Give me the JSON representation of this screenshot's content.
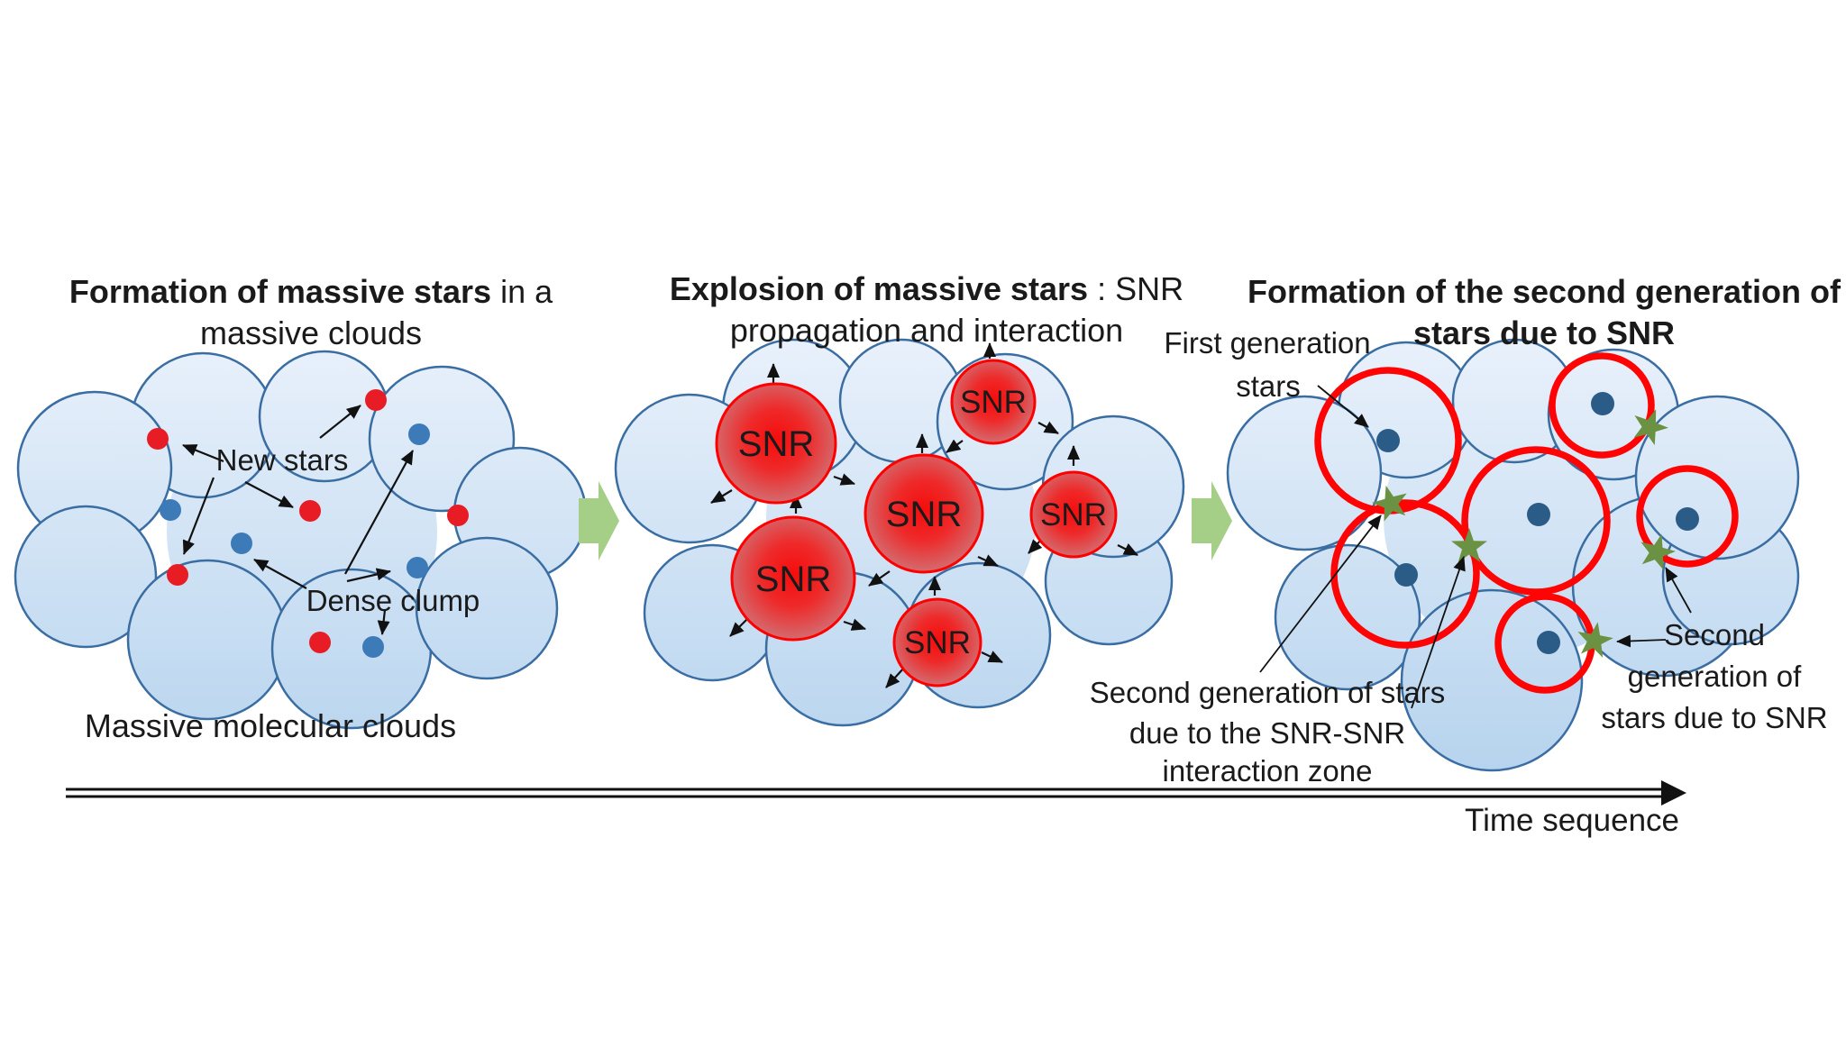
{
  "stage1": {
    "title_bold": "Formation of massive stars",
    "title_regular": " in a",
    "title_line2": "massive clouds",
    "label_new_stars": "New stars",
    "label_dense_clump": "Dense clump",
    "caption": "Massive molecular clouds"
  },
  "stage2": {
    "title_bold": "Explosion of massive stars",
    "title_regular": " : SNR",
    "title_line2": "propagation and interaction",
    "snr_label": "SNR"
  },
  "stage3": {
    "title_line1": "Formation of the second generation of",
    "title_line2": "stars due to SNR",
    "label_first_gen_line1": "First generation",
    "label_first_gen_line2": "stars",
    "label_interaction_line1": "Second generation of stars",
    "label_interaction_line2": "due to the SNR-SNR",
    "label_interaction_line3": "interaction zone",
    "label_second_gen_line1": "Second",
    "label_second_gen_line2": "generation of",
    "label_second_gen_line3": "stars due to SNR"
  },
  "timeline": {
    "label": "Time sequence"
  },
  "colors": {
    "cloud_fill_top": "#e9f1fb",
    "cloud_fill_bottom": "#b4d2ed",
    "cloud_outline": "#3a6da2",
    "new_star_red": "#e81c24",
    "dense_clump_blue": "#3d7ab8",
    "first_gen_star_blue": "#2b5c88",
    "snr_core": "#f60c0c",
    "snr_mid": "#ee2a2a",
    "snr_rim": "#ca8287",
    "snr_stroke": "#ff0000",
    "snr_ring": "#ff0404",
    "second_gen_star_green": "#6b9142",
    "stage_arrow_green": "#a5cf87"
  }
}
